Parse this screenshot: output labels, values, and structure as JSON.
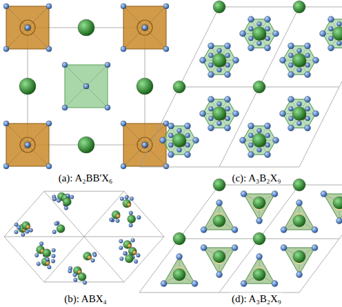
{
  "diagram": {
    "labels": [
      "(a): A₂BB'X₆",
      "(c): A₃B₂X₉",
      "(b): ABX₄",
      "(d): A₃B₂X₉"
    ]
  }
}
